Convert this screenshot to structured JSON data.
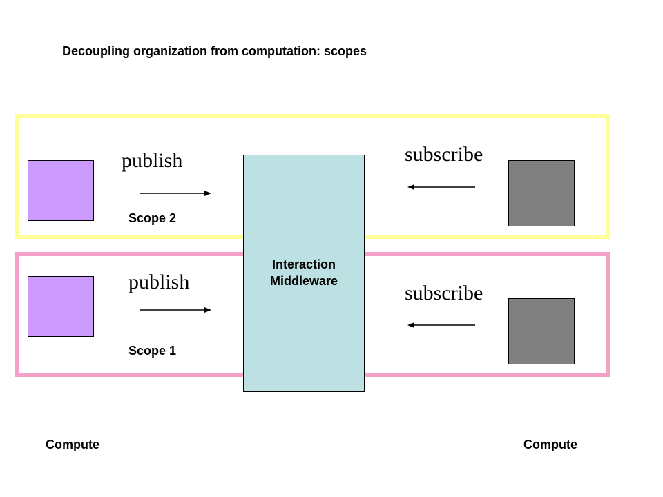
{
  "title": "Decoupling organization from computation: scopes",
  "middleware": {
    "label_line1": "Interaction",
    "label_line2": "Middleware"
  },
  "scopes": [
    {
      "name": "Scope 2",
      "publish_label": "publish",
      "subscribe_label": "subscribe"
    },
    {
      "name": "Scope 1",
      "publish_label": "publish",
      "subscribe_label": "subscribe"
    }
  ],
  "compute": {
    "left_label": "Compute",
    "right_label": "Compute"
  },
  "colors": {
    "scope2_border": "#ffff99",
    "scope1_border": "#f4a0c8",
    "middleware_fill": "#bde0e3",
    "publisher_fill": "#cc99ff",
    "subscriber_fill": "#808080"
  }
}
